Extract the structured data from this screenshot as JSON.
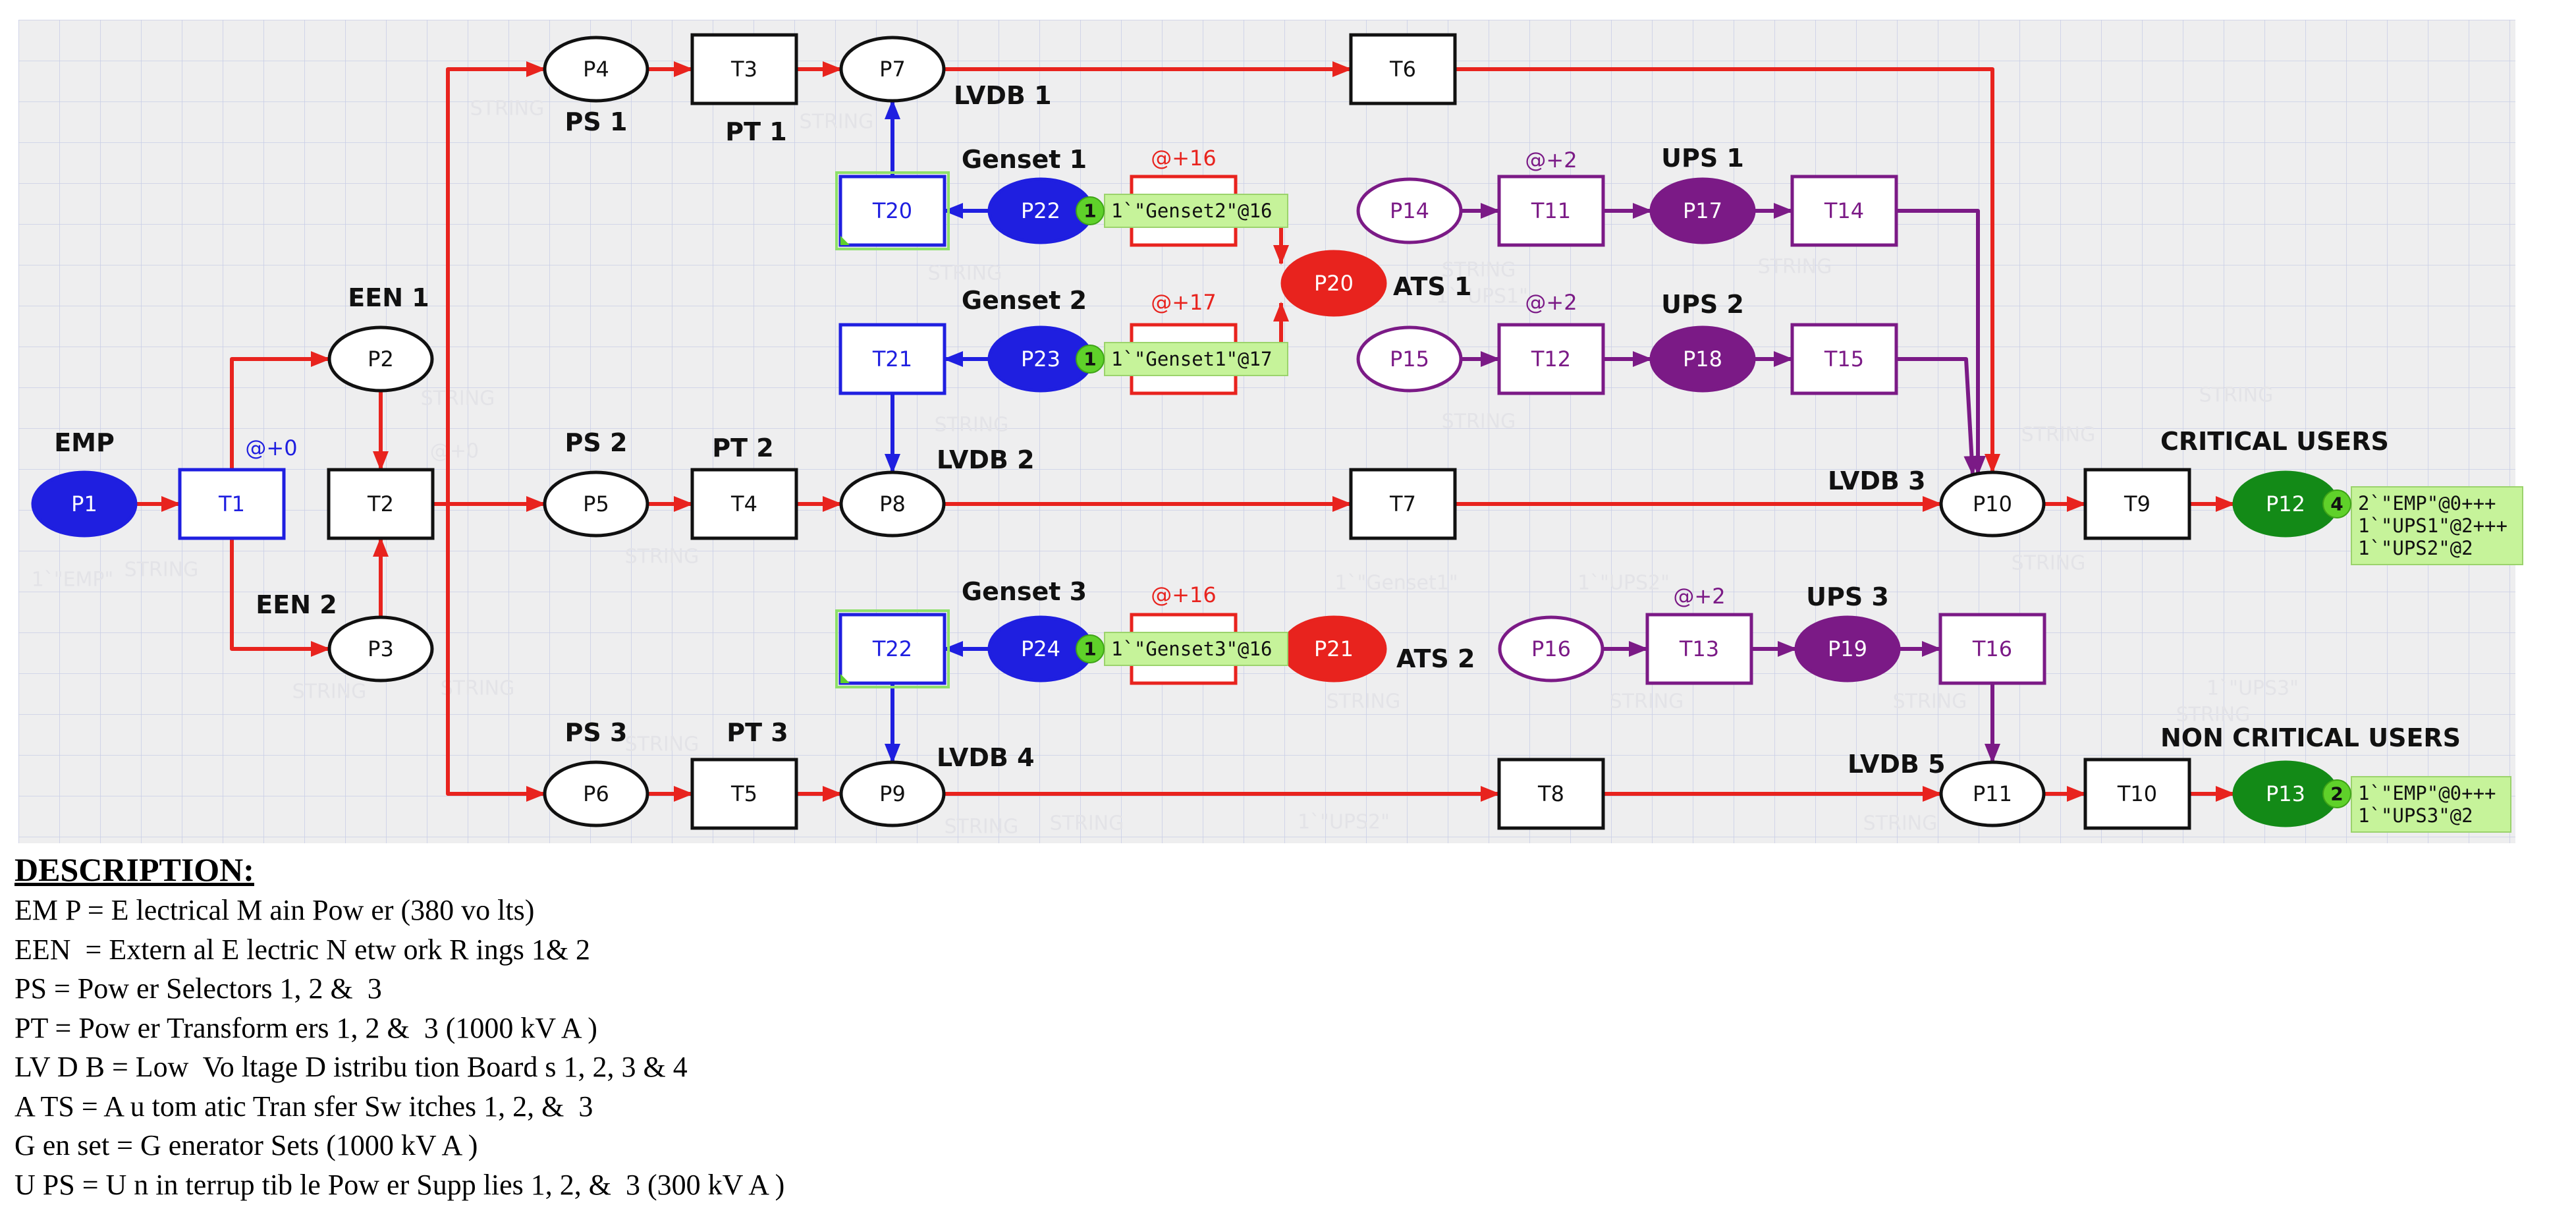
{
  "places": [
    {
      "id": "P1",
      "label": "EMP",
      "style": "blue"
    },
    {
      "id": "P2",
      "label": "EEN 1",
      "style": "plain"
    },
    {
      "id": "P3",
      "label": "EEN 2",
      "style": "plain"
    },
    {
      "id": "P4",
      "label": "PS 1",
      "style": "plain"
    },
    {
      "id": "P5",
      "label": "PS 2",
      "style": "plain"
    },
    {
      "id": "P6",
      "label": "PS 3",
      "style": "plain"
    },
    {
      "id": "P7",
      "label": "LVDB 1",
      "style": "plain"
    },
    {
      "id": "P8",
      "label": "LVDB 2",
      "style": "plain"
    },
    {
      "id": "P9",
      "label": "LVDB 4",
      "style": "plain"
    },
    {
      "id": "P10",
      "label": "LVDB 3",
      "style": "plain"
    },
    {
      "id": "P11",
      "label": "LVDB 5",
      "style": "plain"
    },
    {
      "id": "P12",
      "label": "CRITICAL USERS",
      "style": "green"
    },
    {
      "id": "P13",
      "label": "NON CRITICAL USERS",
      "style": "green"
    },
    {
      "id": "P14",
      "label": "",
      "style": "purple-outline"
    },
    {
      "id": "P15",
      "label": "",
      "style": "purple-outline"
    },
    {
      "id": "P16",
      "label": "",
      "style": "purple-outline"
    },
    {
      "id": "P17",
      "label": "UPS 1",
      "style": "purple"
    },
    {
      "id": "P18",
      "label": "UPS 2",
      "style": "purple"
    },
    {
      "id": "P19",
      "label": "UPS 3",
      "style": "purple"
    },
    {
      "id": "P20",
      "label": "ATS 1",
      "style": "red"
    },
    {
      "id": "P21",
      "label": "ATS 2",
      "style": "red"
    },
    {
      "id": "P22",
      "label": "Genset 1",
      "style": "blue"
    },
    {
      "id": "P23",
      "label": "Genset 2",
      "style": "blue"
    },
    {
      "id": "P24",
      "label": "Genset 3",
      "style": "blue"
    }
  ],
  "transitions": [
    {
      "id": "T1",
      "label": "",
      "delay": "@+0",
      "style": "blue"
    },
    {
      "id": "T2",
      "label": "",
      "delay": "",
      "style": "black"
    },
    {
      "id": "T3",
      "label": "PT 1",
      "delay": "",
      "style": "black"
    },
    {
      "id": "T4",
      "label": "PT 2",
      "delay": "",
      "style": "black"
    },
    {
      "id": "T5",
      "label": "PT 3",
      "delay": "",
      "style": "black"
    },
    {
      "id": "T6",
      "label": "",
      "delay": "",
      "style": "black"
    },
    {
      "id": "T7",
      "label": "",
      "delay": "",
      "style": "black"
    },
    {
      "id": "T8",
      "label": "",
      "delay": "",
      "style": "black"
    },
    {
      "id": "T9",
      "label": "",
      "delay": "",
      "style": "black"
    },
    {
      "id": "T10",
      "label": "",
      "delay": "",
      "style": "black"
    },
    {
      "id": "T11",
      "label": "",
      "delay": "@+2",
      "style": "purple"
    },
    {
      "id": "T12",
      "label": "",
      "delay": "@+2",
      "style": "purple"
    },
    {
      "id": "T13",
      "label": "",
      "delay": "@+2",
      "style": "purple"
    },
    {
      "id": "T14",
      "label": "",
      "delay": "",
      "style": "purple"
    },
    {
      "id": "T15",
      "label": "",
      "delay": "",
      "style": "purple"
    },
    {
      "id": "T16",
      "label": "",
      "delay": "",
      "style": "purple"
    },
    {
      "id": "T20",
      "label": "",
      "delay": "",
      "style": "blue-green"
    },
    {
      "id": "T21",
      "label": "",
      "delay": "",
      "style": "blue"
    },
    {
      "id": "T22",
      "label": "",
      "delay": "",
      "style": "blue-green"
    },
    {
      "id": "TG1",
      "label": "",
      "delay": "@+16",
      "style": "red"
    },
    {
      "id": "TG2",
      "label": "",
      "delay": "@+17",
      "style": "red"
    },
    {
      "id": "TG3",
      "label": "",
      "delay": "@+16",
      "style": "red"
    }
  ],
  "arcs": [
    {
      "color": "red",
      "from": "P1",
      "to": "T1"
    },
    {
      "color": "red",
      "from": "T1",
      "to": "P2"
    },
    {
      "color": "red",
      "from": "T1",
      "to": "P3"
    },
    {
      "color": "red",
      "from": "P2",
      "to": "T2"
    },
    {
      "color": "red",
      "from": "P3",
      "to": "T2"
    },
    {
      "color": "red",
      "from": "T2",
      "to": "P4"
    },
    {
      "color": "red",
      "from": "T2",
      "to": "P5"
    },
    {
      "color": "red",
      "from": "T2",
      "to": "P6"
    },
    {
      "color": "red",
      "from": "P4",
      "to": "T3"
    },
    {
      "color": "red",
      "from": "T3",
      "to": "P7"
    },
    {
      "color": "red",
      "from": "P5",
      "to": "T4"
    },
    {
      "color": "red",
      "from": "T4",
      "to": "P8"
    },
    {
      "color": "red",
      "from": "P6",
      "to": "T5"
    },
    {
      "color": "red",
      "from": "T5",
      "to": "P9"
    },
    {
      "color": "red",
      "from": "P7",
      "to": "T6"
    },
    {
      "color": "red",
      "from": "T6",
      "to": "P10"
    },
    {
      "color": "red",
      "from": "P8",
      "to": "T7"
    },
    {
      "color": "red",
      "from": "T7",
      "to": "P10"
    },
    {
      "color": "red",
      "from": "P9",
      "to": "T8"
    },
    {
      "color": "red",
      "from": "T8",
      "to": "P11"
    },
    {
      "color": "red",
      "from": "P10",
      "to": "T9"
    },
    {
      "color": "red",
      "from": "T9",
      "to": "P12"
    },
    {
      "color": "red",
      "from": "P11",
      "to": "T10"
    },
    {
      "color": "red",
      "from": "T10",
      "to": "P13"
    },
    {
      "color": "red",
      "from": "TG1",
      "to": "P20"
    },
    {
      "color": "red",
      "from": "TG2",
      "to": "P20"
    },
    {
      "color": "blue",
      "from": "P22",
      "to": "T20"
    },
    {
      "color": "blue",
      "from": "T20",
      "to": "P7"
    },
    {
      "color": "blue",
      "from": "P23",
      "to": "T21"
    },
    {
      "color": "blue",
      "from": "T21",
      "to": "P8"
    },
    {
      "color": "blue",
      "from": "P24",
      "to": "T22"
    },
    {
      "color": "blue",
      "from": "T22",
      "to": "P9"
    },
    {
      "color": "purple",
      "from": "P14",
      "to": "T11"
    },
    {
      "color": "purple",
      "from": "T11",
      "to": "P17"
    },
    {
      "color": "purple",
      "from": "P17",
      "to": "T14"
    },
    {
      "color": "purple",
      "from": "T14",
      "to": "P10"
    },
    {
      "color": "purple",
      "from": "P15",
      "to": "T12"
    },
    {
      "color": "purple",
      "from": "T12",
      "to": "P18"
    },
    {
      "color": "purple",
      "from": "P18",
      "to": "T15"
    },
    {
      "color": "purple",
      "from": "T15",
      "to": "P10"
    },
    {
      "color": "purple",
      "from": "P16",
      "to": "T13"
    },
    {
      "color": "purple",
      "from": "T13",
      "to": "P19"
    },
    {
      "color": "purple",
      "from": "P19",
      "to": "T16"
    },
    {
      "color": "purple",
      "from": "T16",
      "to": "P11"
    }
  ],
  "token_boxes": [
    {
      "id": "tok_genset2",
      "count": "1",
      "lines": [
        "1`\"Genset2\"@16"
      ]
    },
    {
      "id": "tok_genset1",
      "count": "1",
      "lines": [
        "1`\"Genset1\"@17"
      ]
    },
    {
      "id": "tok_genset3",
      "count": "1",
      "lines": [
        "1`\"Genset3\"@16"
      ]
    },
    {
      "id": "tok_critical",
      "count": "4",
      "lines": [
        "2`\"EMP\"@0+++",
        "1`\"UPS1\"@2+++",
        "1`\"UPS2\"@2"
      ]
    },
    {
      "id": "tok_noncritical",
      "count": "2",
      "lines": [
        "1`\"EMP\"@0+++",
        "1`\"UPS3\"@2"
      ]
    }
  ],
  "faint_labels": [
    "STRING",
    "STRING",
    "STRING",
    "STRING",
    "STRING",
    "STRING",
    "STRING",
    "STRING",
    "STRING",
    "STRING",
    "STRING",
    "STRING",
    "STRING",
    "STRING",
    "STRING",
    "STRING",
    "STRING",
    "STRING",
    "STRING",
    "STRING",
    "STRING",
    "STRING",
    "STRING",
    "1`\"EMP\"",
    "1`\"Genset1\"",
    "1`\"UPS1\"",
    "1`\"UPS2\"",
    "1`\"UPS3\"",
    "1`\"UPS2\"",
    "@+0"
  ],
  "colors": {
    "red": "#e8231e",
    "blue": "#1f1fe0",
    "purple": "#7b1a86",
    "green": "#138a17",
    "token_bg": "#c6f39a",
    "token_dot": "#5fd12a",
    "grid": "#c8cde6",
    "canvas_bg": "#eeeeef"
  },
  "description": {
    "title": "DESCRIPTION:",
    "lines": [
      "EM P = E lectrical M ain Pow er (380 vo lts)",
      "EEN  = Extern al E lectric N etw ork R ings 1& 2",
      "PS = Pow er Selectors 1, 2 &  3",
      "PT = Pow er Transform ers 1, 2 &  3 (1000 kV A )",
      "LV D B = Low  Vo ltage D istribu tion Board s 1, 2, 3 & 4",
      "A TS = A u tom atic Tran sfer Sw itches 1, 2, &  3",
      "G en set = G enerator Sets (1000 kV A )",
      "U PS = U n in terrup tib le Pow er Supp lies 1, 2, &  3 (300 kV A )"
    ]
  }
}
